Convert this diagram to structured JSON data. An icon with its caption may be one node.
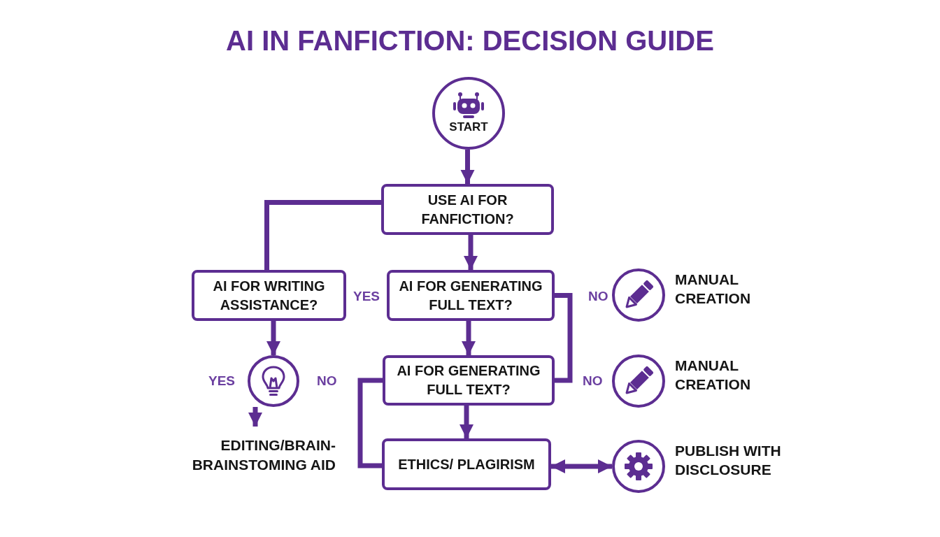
{
  "diagram": {
    "title": "AI IN FANFICTION: DECISION GUIDE",
    "nodes": [
      {
        "text": [
          "START"
        ]
      },
      {
        "text": [
          "USE AI FOR FANFICTION?"
        ]
      },
      {
        "text": [
          "AI FOR WRITING ASSISTANCE?"
        ]
      },
      {
        "text": [
          "AI FOR GENERATING FULL TEXT?"
        ]
      },
      {
        "text": [],
        "shape": "circle"
      },
      {
        "text": [
          "EDITING/BRAIN- BRAINSTOMING AID"
        ]
      },
      {
        "text": [
          "AI FOR GENERATING FULL TEXT?"
        ]
      },
      {
        "text": [
          "ETHICS/ PLAGIRISM"
        ]
      },
      {
        "text": [],
        "shape": "circle",
        "beside": [
          "MANUAL CREATION"
        ]
      },
      {
        "text": [],
        "shape": "circle",
        "beside": [
          "MANUAL CREATION"
        ]
      },
      {
        "text": [],
        "shape": "circle",
        "beside": [
          "PUBLISH WITH DISCLOSURE"
        ]
      }
    ],
    "edges": [
      {
        "from": 0,
        "to": 1,
        "arrow": "to"
      },
      {
        "from": 1,
        "to": 2,
        "arrow": "none"
      },
      {
        "from": 1,
        "to": 3,
        "arrow": "to"
      },
      {
        "from": 2,
        "to": 4,
        "arrow": "to"
      },
      {
        "from": 4,
        "to": 5,
        "arrow": "to"
      },
      {
        "from": 3,
        "to": 6,
        "arrow": "to"
      },
      {
        "from": 6,
        "to": 7,
        "arrow": "to"
      },
      {
        "from": 6,
        "to": 7,
        "arrow": "none"
      },
      {
        "from": 3,
        "to": 6,
        "arrow": "none"
      },
      {
        "from": 7,
        "to": 10,
        "arrow": "both"
      }
    ],
    "labels": [
      "YES",
      "YES",
      "NO",
      "NO",
      "NO"
    ]
  }
}
